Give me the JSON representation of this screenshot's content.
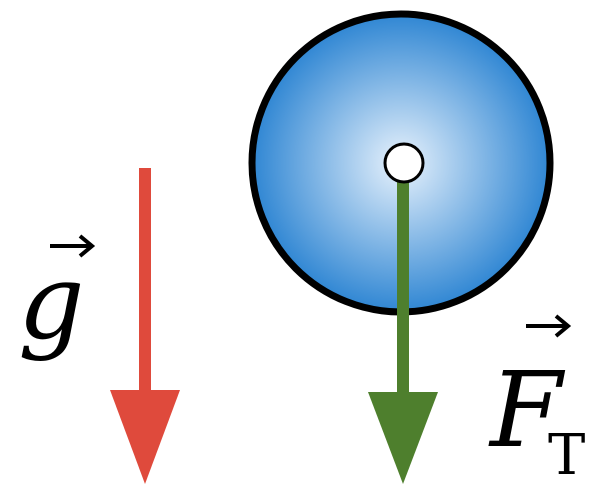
{
  "gravity": {
    "symbol": "g",
    "color": "#df4a3c"
  },
  "tension": {
    "symbol": "F",
    "subscript": "T",
    "color": "#4e7f2d"
  },
  "ball": {
    "fill_center": "#e8f2fc",
    "fill_edge": "#2f86d3",
    "outline": "#000000"
  }
}
